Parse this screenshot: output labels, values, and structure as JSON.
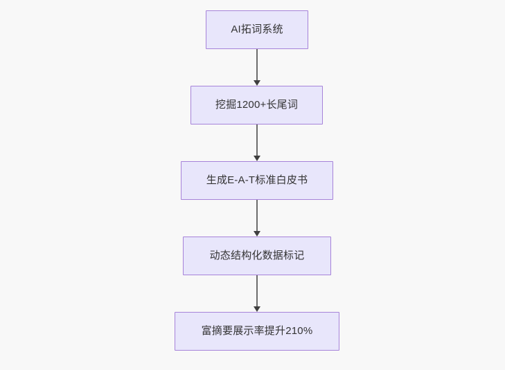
{
  "diagram": {
    "type": "flowchart",
    "direction": "top-to-bottom",
    "background_color": "#f8f8f8",
    "node_fill_color": "#e8e6fb",
    "node_border_color": "#a682d9",
    "node_text_color": "#333333",
    "edge_color": "#6b6b6b",
    "arrowhead_color": "#3f3f3f",
    "nodes": [
      {
        "id": "n1",
        "label": "AI拓词系统"
      },
      {
        "id": "n2",
        "label": "挖掘1200+长尾词"
      },
      {
        "id": "n3",
        "label": "生成E-A-T标准白皮书"
      },
      {
        "id": "n4",
        "label": "动态结构化数据标记"
      },
      {
        "id": "n5",
        "label": "富摘要展示率提升210%"
      }
    ],
    "edges": [
      {
        "from": "n1",
        "to": "n2"
      },
      {
        "from": "n2",
        "to": "n3"
      },
      {
        "from": "n3",
        "to": "n4"
      },
      {
        "from": "n4",
        "to": "n5"
      }
    ]
  }
}
